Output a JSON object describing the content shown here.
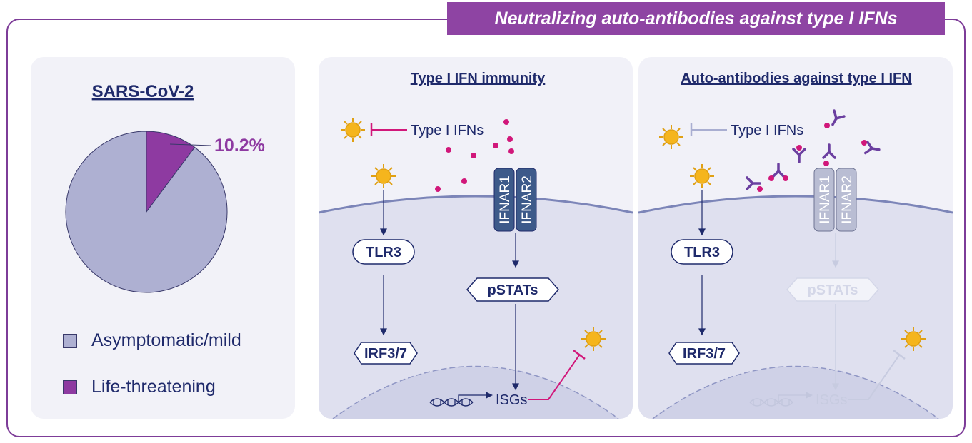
{
  "banner": {
    "title": "Neutralizing auto-antibodies against type I IFNs"
  },
  "left": {
    "title": "SARS-CoV-2",
    "pie_label": "10.2%",
    "legend": [
      {
        "label": "Asymptomatic/mild",
        "color": "#aeb0d2"
      },
      {
        "label": "Life-threatening",
        "color": "#8e3aa1"
      }
    ]
  },
  "chart_data": {
    "type": "pie",
    "title": "SARS-CoV-2",
    "slices": [
      {
        "label": "Life-threatening",
        "value": 10.2,
        "color": "#8e3aa1"
      },
      {
        "label": "Asymptomatic/mild",
        "value": 89.8,
        "color": "#aeb0d2"
      }
    ],
    "data_labels": [
      "10.2%"
    ],
    "legend_position": "bottom"
  },
  "mid": {
    "title": "Type I IFN immunity",
    "ifns_label": "Type I IFNs",
    "receptor1": "IFNAR1",
    "receptor2": "IFNAR2",
    "tlr": "TLR3",
    "irf": "IRF3/7",
    "pstats": "pSTATs",
    "isgs": "ISGs"
  },
  "right": {
    "title": "Auto-antibodies against type I IFN",
    "ifns_label": "Type I IFNs",
    "receptor1": "IFNAR1",
    "receptor2": "IFNAR2",
    "tlr": "TLR3",
    "irf": "IRF3/7",
    "pstats": "pSTATs",
    "isgs": "ISGs"
  },
  "colors": {
    "accent": "#8e44a3",
    "navy": "#1f2a6b",
    "ifn_magenta": "#d1177a",
    "virus": "#f5b51d",
    "receptor": "#3d5a8a",
    "membrane": "#7c85b8",
    "faded": "#c7cbe0"
  }
}
